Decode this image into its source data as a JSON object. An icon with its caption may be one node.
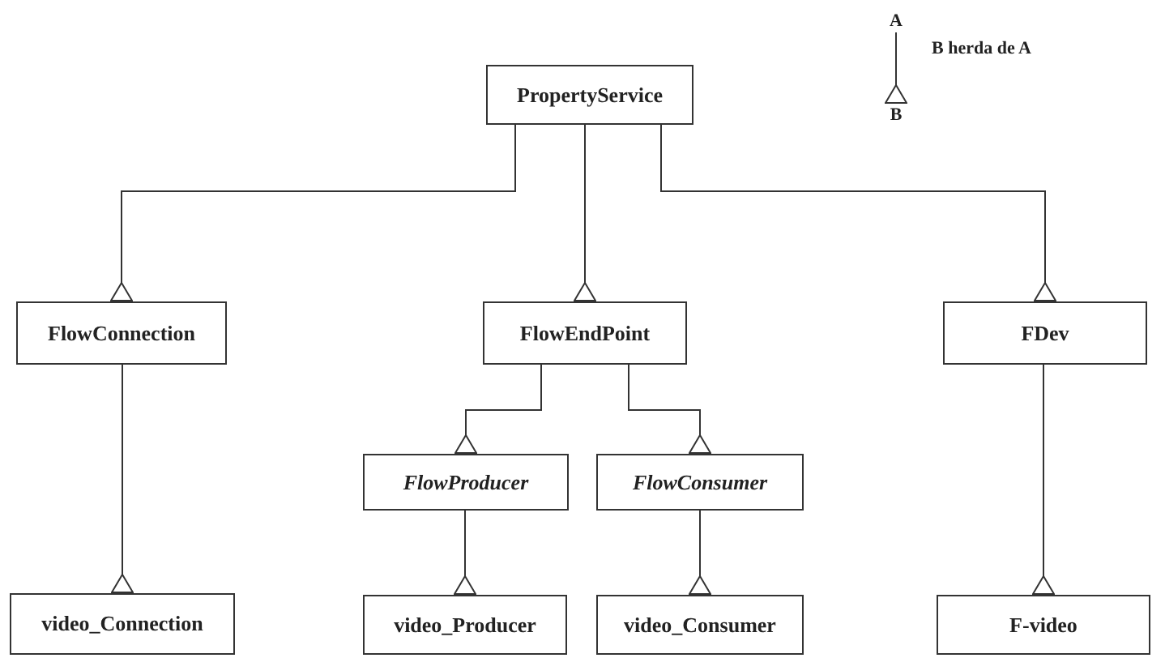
{
  "diagram": {
    "nodes": [
      {
        "text": [
          "PropertyService"
        ]
      },
      {
        "text": [
          "FlowConnection"
        ]
      },
      {
        "text": [
          "FlowEndPoint"
        ]
      },
      {
        "text": [
          "FDev"
        ]
      },
      {
        "text": [
          "FlowProducer"
        ]
      },
      {
        "text": [
          "FlowConsumer"
        ]
      },
      {
        "text": [
          "video_Connection"
        ]
      },
      {
        "text": [
          "video_Producer"
        ]
      },
      {
        "text": [
          "video_Consumer"
        ]
      },
      {
        "text": [
          "F-video"
        ]
      },
      {
        "text": [
          "A"
        ]
      },
      {
        "text": [
          "B"
        ]
      }
    ],
    "edges": [
      {
        "from": 1,
        "to": 0,
        "arrow": "other"
      },
      {
        "from": 2,
        "to": 0,
        "arrow": "other"
      },
      {
        "from": 3,
        "to": 0,
        "arrow": "other"
      },
      {
        "from": 4,
        "to": 2,
        "arrow": "other"
      },
      {
        "from": 5,
        "to": 2,
        "arrow": "other"
      },
      {
        "from": 6,
        "to": 1,
        "arrow": "other"
      },
      {
        "from": 7,
        "to": 4,
        "arrow": "other"
      },
      {
        "from": 8,
        "to": 5,
        "arrow": "other"
      },
      {
        "from": 9,
        "to": 3,
        "arrow": "other"
      },
      {
        "from": 11,
        "to": 10,
        "arrow": "other"
      }
    ],
    "labels": [
      "B herda de A"
    ]
  }
}
